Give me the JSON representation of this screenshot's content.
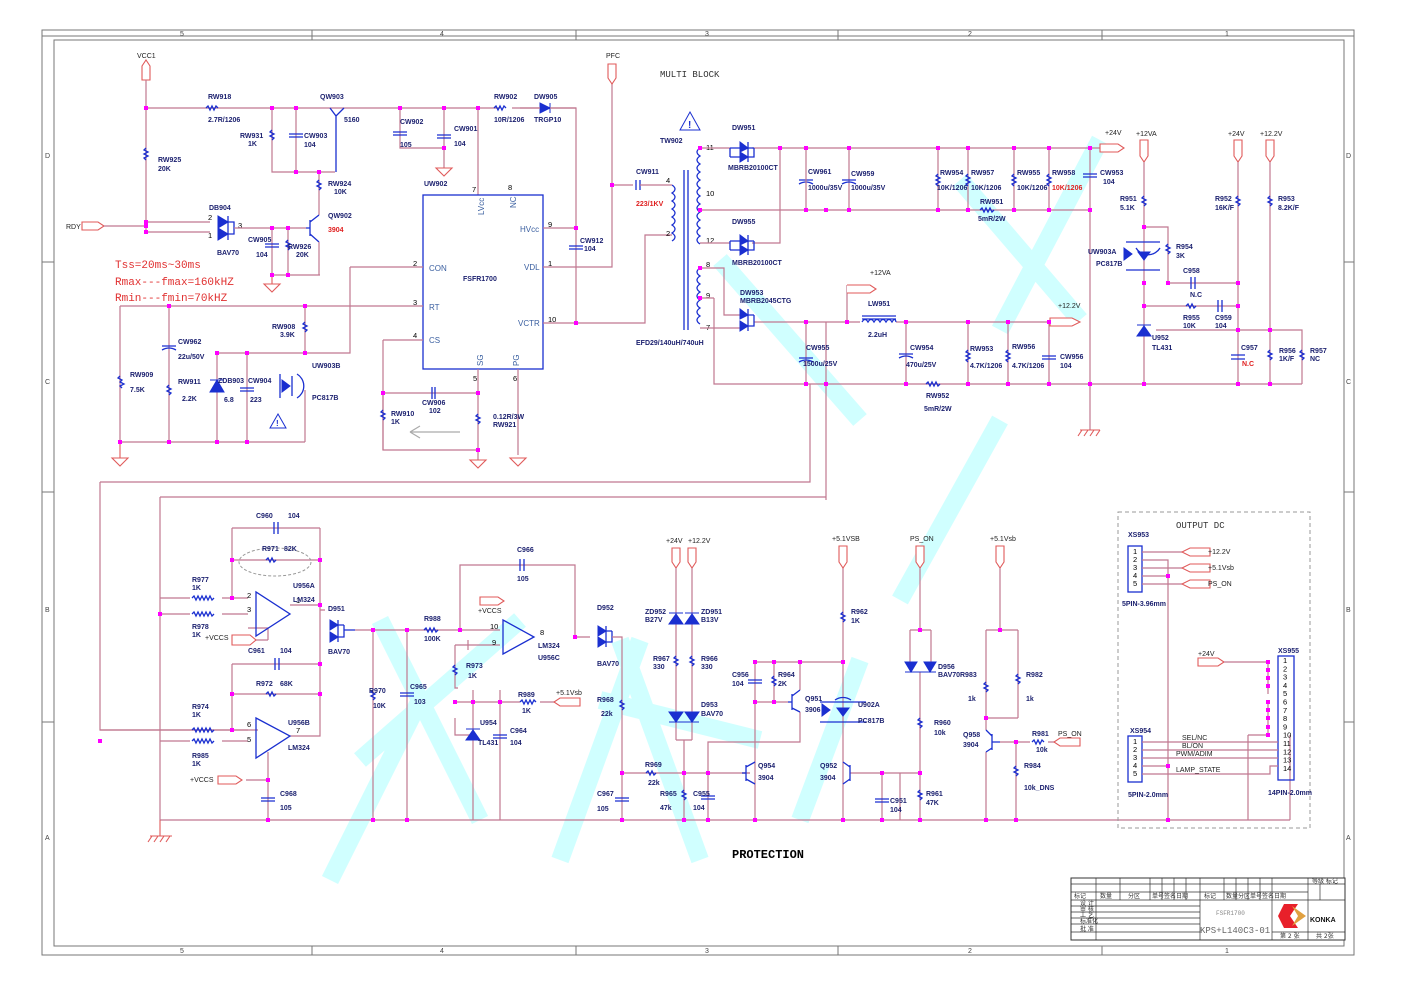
{
  "sheet": {
    "block_title": "MULTI BLOCK",
    "section_title": "PROTECTION",
    "output_dc_title": "OUTPUT DC",
    "column_markers": [
      "5",
      "4",
      "3",
      "2",
      "1"
    ],
    "row_markers": [
      "D",
      "C",
      "B",
      "A"
    ],
    "timing_notes": [
      "Tss=20ms~30ms",
      "Rmax---fmax=160kHZ",
      "Rmin---fmin=70kHZ"
    ]
  },
  "nets": {
    "vcc1": "VCC1",
    "pfc": "PFC",
    "rdy": "RDY",
    "p24v": "+24V",
    "p12va": "+12VA",
    "p12_2v": "+12.2V",
    "p5vsb": "+5.1VSB",
    "p5vsb_l": "+5.1Vsb",
    "ps_on": "PS_ON",
    "vccs": "+VCCS"
  },
  "ic": {
    "ref": "UW902",
    "part": "FSFR1700",
    "pins": {
      "lvcc": "LVcc",
      "nc": "NC",
      "hvcc": "HVcc",
      "vdl": "VDL",
      "vctr": "VCTR",
      "con": "CON",
      "rt": "RT",
      "cs": "CS",
      "sg": "SG",
      "pg": "PG"
    },
    "pin_numbers": {
      "lvcc": "7",
      "nc": "8",
      "hvcc": "9",
      "vdl": "1",
      "vctr": "10",
      "con": "2",
      "rt": "3",
      "cs": "4",
      "sg": "5",
      "pg": "6"
    }
  },
  "transformer": {
    "ref": "TW902",
    "part": "EFD29/140uH/740uH",
    "pins": [
      "4",
      "2",
      "11",
      "10",
      "12",
      "8",
      "9",
      "7"
    ]
  },
  "components": {
    "rw918": [
      "RW918",
      "2.7R/1206"
    ],
    "qw903": [
      "QW903",
      "5160"
    ],
    "rw931": [
      "RW931",
      "1K"
    ],
    "cw903": [
      "CW903",
      "104"
    ],
    "cw902": [
      "CW902",
      "105"
    ],
    "cw901": [
      "CW901",
      "104"
    ],
    "rw902": [
      "RW902",
      "10R/1206"
    ],
    "dw905": [
      "DW905",
      "TRGP10"
    ],
    "rw925": [
      "RW925",
      "20K"
    ],
    "rw924": [
      "RW924",
      "10K"
    ],
    "db904": [
      "DB904",
      "BAV70"
    ],
    "qw902": [
      "QW902",
      "3904"
    ],
    "cw905": [
      "CW905",
      "104"
    ],
    "rw926": [
      "RW926",
      "20K"
    ],
    "cw912": [
      "CW912",
      "104"
    ],
    "cw911": [
      "CW911",
      "223/1KV"
    ],
    "rw909": [
      "RW909",
      "7.5K"
    ],
    "cw962": [
      "CW962",
      "22u/50V"
    ],
    "rw911": [
      "RW911",
      "2.2K"
    ],
    "zdb903": [
      "ZDB903",
      "6.8"
    ],
    "cw904": [
      "CW904",
      "223"
    ],
    "rw908": [
      "RW908",
      "3.9K"
    ],
    "uw903b": [
      "UW903B",
      "PC817B"
    ],
    "rw910": [
      "RW910",
      "1K"
    ],
    "cw906": [
      "CW906",
      "102"
    ],
    "rw921": [
      "RW921",
      "0.12R/3W"
    ],
    "dw951": [
      "DW951",
      "MBRB20100CT"
    ],
    "dw955": [
      "DW955",
      "MBRB20100CT"
    ],
    "dw953": [
      "DW953",
      "MBRB2045CTG"
    ],
    "cw961": [
      "CW961",
      "1000u/35V"
    ],
    "cw959": [
      "CW959",
      "1000u/35V"
    ],
    "rw954": [
      "RW954",
      "10K/1206"
    ],
    "rw957": [
      "RW957",
      "10K/1206"
    ],
    "rw955": [
      "RW955",
      "10K/1206"
    ],
    "rw958": [
      "RW958",
      "10K/1206"
    ],
    "rw951": [
      "RW951",
      "5mR/2W"
    ],
    "cw953": [
      "CW953",
      "104"
    ],
    "lw951": [
      "LW951",
      "2.2uH"
    ],
    "cw955": [
      "CW955",
      "1500u/25V"
    ],
    "cw954": [
      "CW954",
      "470u/25V"
    ],
    "rw953": [
      "RW953",
      "4.7K/1206"
    ],
    "rw956": [
      "RW956",
      "4.7K/1206"
    ],
    "cw956": [
      "CW956",
      "104"
    ],
    "rw952": [
      "RW952",
      "5mR/2W"
    ],
    "r951": [
      "R951",
      "5.1K"
    ],
    "uw903a": [
      "UW903A",
      "PC817B"
    ],
    "r954": [
      "R954",
      "3K"
    ],
    "c958": [
      "C958",
      "N.C"
    ],
    "r955": [
      "R955",
      "10K"
    ],
    "c959": [
      "C959",
      "104"
    ],
    "u952": [
      "U952",
      "TL431"
    ],
    "r952": [
      "R952",
      "16K/F"
    ],
    "r953": [
      "R953",
      "8.2K/F"
    ],
    "c957": [
      "C957",
      "N.C"
    ],
    "r956": [
      "R956",
      "1K/F"
    ],
    "r957": [
      "R957",
      "NC"
    ],
    "c960": [
      "C960",
      "104"
    ],
    "r971": [
      "R971",
      "82K"
    ],
    "r977": [
      "R977",
      "1K"
    ],
    "r978": [
      "R978",
      "1K"
    ],
    "u956a": [
      "U956A",
      "LM324"
    ],
    "d951": [
      "D951",
      "BAV70"
    ],
    "c961": [
      "C961",
      "104"
    ],
    "r972": [
      "R972",
      "68K"
    ],
    "r974": [
      "R974",
      "1K"
    ],
    "r985": [
      "R985",
      "1K"
    ],
    "u956b": [
      "U956B",
      "LM324"
    ],
    "c968": [
      "C968",
      "105"
    ],
    "r970": [
      "R970",
      "10K"
    ],
    "c965": [
      "C965",
      "103"
    ],
    "r988": [
      "R988",
      "100K"
    ],
    "c966": [
      "C966",
      "105"
    ],
    "u956c": [
      "U956C",
      "LM324"
    ],
    "r973": [
      "R973",
      "1K"
    ],
    "r989": [
      "R989",
      "1K"
    ],
    "u954": [
      "U954",
      "TL431"
    ],
    "c964": [
      "C964",
      "104"
    ],
    "d952": [
      "D952",
      "BAV70"
    ],
    "r968": [
      "R968",
      "22k"
    ],
    "c967": [
      "C967",
      "105"
    ],
    "r969": [
      "R969",
      "22k"
    ],
    "zd952": [
      "ZD952",
      "B27V"
    ],
    "zd951": [
      "ZD951",
      "B13V"
    ],
    "r967": [
      "R967",
      "330"
    ],
    "r966": [
      "R966",
      "330"
    ],
    "d953": [
      "D953",
      "BAV70"
    ],
    "r965": [
      "R965",
      "47k"
    ],
    "c955": [
      "C955",
      "104"
    ],
    "c956": [
      "C956",
      "104"
    ],
    "r964": [
      "R964",
      "2K"
    ],
    "q951": [
      "Q951",
      "3906"
    ],
    "q954": [
      "Q954",
      "3904"
    ],
    "r962": [
      "R962",
      "1K"
    ],
    "u902a": [
      "U902A",
      "PC817B"
    ],
    "q952": [
      "Q952",
      "3904"
    ],
    "c951": [
      "C951",
      "104"
    ],
    "d956": [
      "D956",
      "BAV70"
    ],
    "r960": [
      "R960",
      "10k"
    ],
    "r961": [
      "R961",
      "47K"
    ],
    "r983": [
      "R983",
      "1k"
    ],
    "r982": [
      "R982",
      "1k"
    ],
    "q958": [
      "Q958",
      "3904"
    ],
    "r981": [
      "R981",
      "10k"
    ],
    "r984": [
      "R984",
      "10k_DNS"
    ]
  },
  "connectors": {
    "xs953": {
      "ref": "XS953",
      "footprint": "5PIN-3.96mm",
      "pins": [
        "1",
        "2",
        "3",
        "4",
        "5"
      ],
      "nets": [
        "+12.2V",
        "+5.1Vsb",
        "PS_ON"
      ]
    },
    "xs954": {
      "ref": "XS954",
      "footprint": "5PIN-2.0mm",
      "pins": [
        "1",
        "2",
        "3",
        "4",
        "5"
      ],
      "signals": [
        "SEL/NC",
        "BL/ON",
        "PWM/ADIM",
        "LAMP_STATE"
      ]
    },
    "xs955": {
      "ref": "XS955",
      "footprint": "14PIN-2.0mm",
      "pins": [
        "1",
        "2",
        "3",
        "4",
        "5",
        "6",
        "7",
        "8",
        "9",
        "10",
        "11",
        "12",
        "13",
        "14"
      ],
      "net": "+24V"
    }
  },
  "title_block": {
    "drawing_number": "KPS+L140C3-01",
    "chip": "FSFR1700",
    "brand": "KONKA",
    "sheet_no": "第 2 张",
    "sheet_total": "共 2张",
    "header_cols": [
      "标记",
      "数量",
      "分区",
      "单号",
      "签名",
      "日期",
      "标记",
      "数量",
      "分区",
      "单号",
      "签名",
      "日期"
    ],
    "rows": [
      "设 计",
      "审 核",
      "工 艺",
      "标准化",
      "批 准"
    ],
    "grade": "等级 标记"
  },
  "colors": {
    "wire": "#c07890",
    "component": "#1a2fd0",
    "junction": "#ff00ff",
    "port": "#e05a5a",
    "note": "#e03030",
    "watermark": "#c8ffff",
    "brand_red": "#e8202a",
    "brand_orange": "#e0a040"
  }
}
